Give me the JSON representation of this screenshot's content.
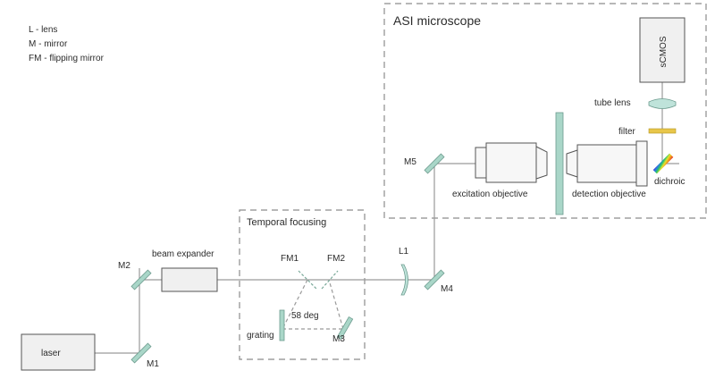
{
  "legend": {
    "lens": "L - lens",
    "mirror": "M - mirror",
    "flipping_mirror": "FM - flipping mirror"
  },
  "asi": {
    "title": "ASI microscope"
  },
  "temporal": {
    "title": "Temporal focusing"
  },
  "labels": {
    "laser": "laser",
    "beam_expander": "beam expander",
    "m1": "M1",
    "m2": "M2",
    "m3": "M3",
    "m4": "M4",
    "m5": "M5",
    "fm1": "FM1",
    "fm2": "FM2",
    "l1": "L1",
    "grating": "grating",
    "angle": "58 deg",
    "excitation_objective": "excitation objective",
    "detection_objective": "detection objective",
    "scmos": "sCMOS",
    "tube_lens": "tube lens",
    "filter": "filter",
    "dichroic": "dichroic"
  },
  "colors": {
    "mirror": "#a9d6c8",
    "filter": "#e8c64a",
    "beam": "#9a9a9a"
  }
}
